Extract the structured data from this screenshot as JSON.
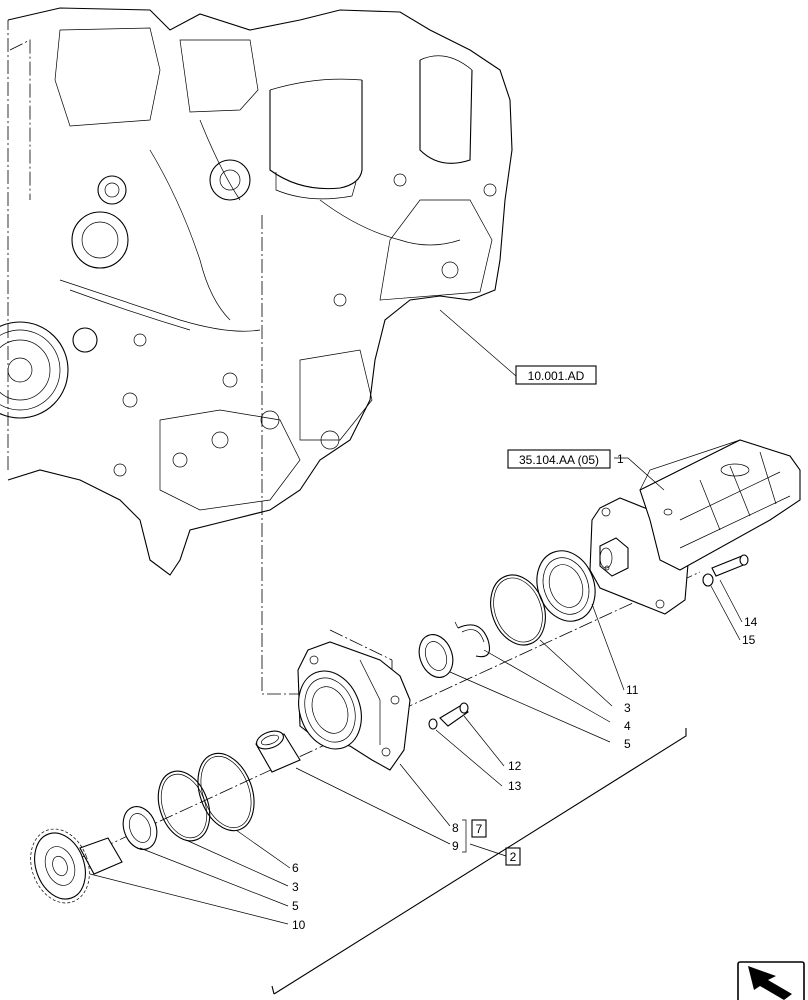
{
  "references": {
    "engine": "10.001.AD",
    "pump_ref": "35.104.AA (05)",
    "box_7": "7",
    "box_2": "2"
  },
  "callouts": [
    "1",
    "11",
    "3",
    "4",
    "5",
    "14",
    "15",
    "12",
    "13",
    "8",
    "9",
    "6",
    "3",
    "5",
    "10"
  ],
  "nav_icon": "next-page-arrow-icon"
}
